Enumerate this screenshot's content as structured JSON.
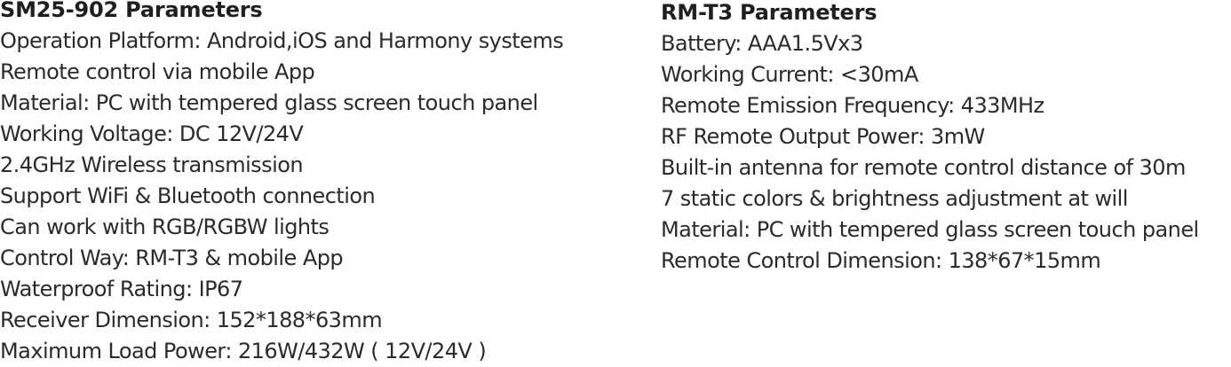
{
  "left": {
    "title": "SM25-902 Parameters",
    "items": [
      "Operation Platform: Android,iOS and Harmony systems",
      "Remote control via mobile App",
      "Material: PC with tempered glass screen touch panel",
      "Working Voltage: DC 12V/24V",
      "2.4GHz Wireless transmission",
      "Support WiFi & Bluetooth connection",
      "Can work with RGB/RGBW lights",
      "Control Way: RM-T3 & mobile App",
      "Waterproof Rating: IP67",
      "Receiver Dimension: 152*188*63mm",
      "Maximum Load Power: 216W/432W ( 12V/24V )"
    ]
  },
  "right": {
    "title": "RM-T3 Parameters",
    "items": [
      "Battery: AAA1.5Vx3",
      "Working Current: <30mA",
      "Remote Emission Frequency: 433MHz",
      "RF Remote Output Power: 3mW",
      "Built-in antenna for remote control distance of 30m",
      "7 static colors & brightness adjustment at will",
      "Material: PC with tempered glass screen touch panel",
      "Remote Control Dimension: 138*67*15mm"
    ]
  }
}
